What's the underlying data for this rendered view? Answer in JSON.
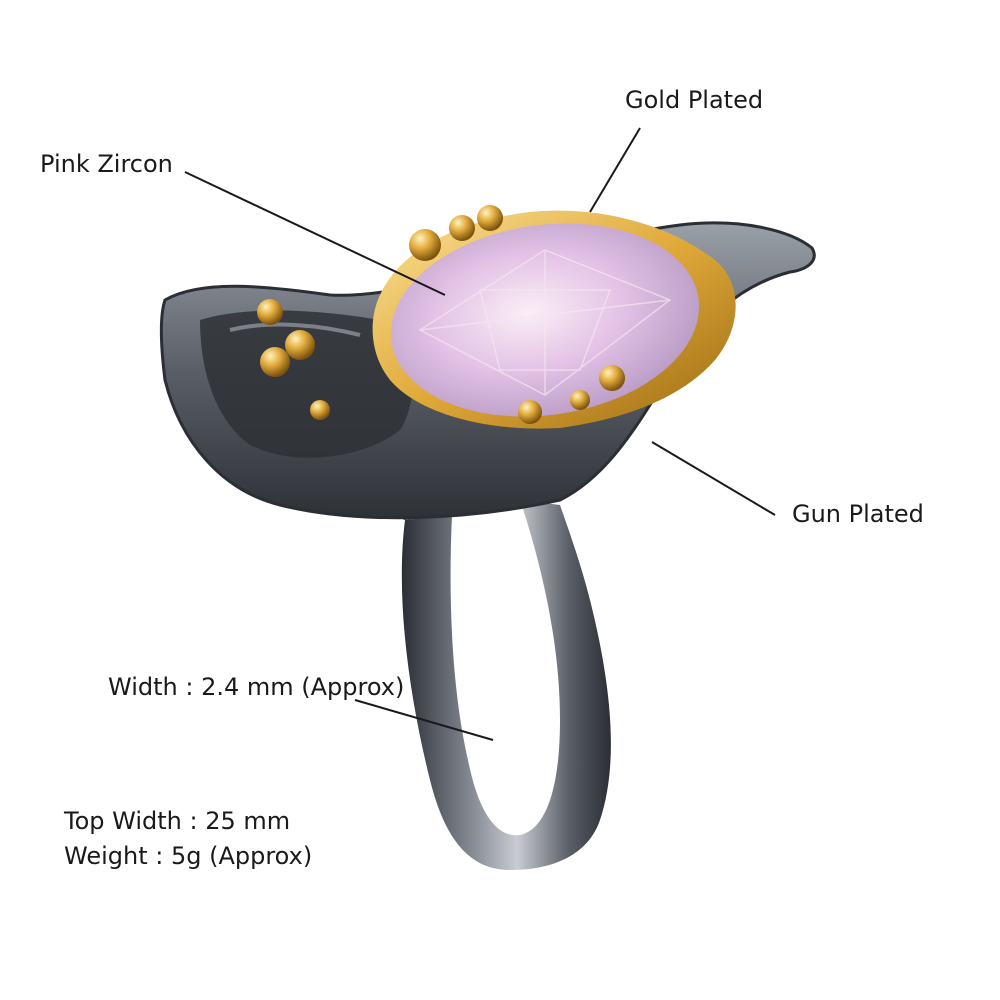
{
  "annotations": {
    "gold_plated": "Gold Plated",
    "pink_zircon": "Pink Zircon",
    "gun_plated": "Gun Plated",
    "band_width": "Width : 2.4 mm (Approx)"
  },
  "specs": {
    "top_width": "Top Width : 25 mm",
    "weight": "Weight : 5g (Approx)"
  },
  "colors": {
    "background": "#ffffff",
    "gunmetal": "#5a5e66",
    "gold": "#e0a93a",
    "zircon_pink": "#e3c3e6",
    "label_text": "#1a1a1a"
  }
}
